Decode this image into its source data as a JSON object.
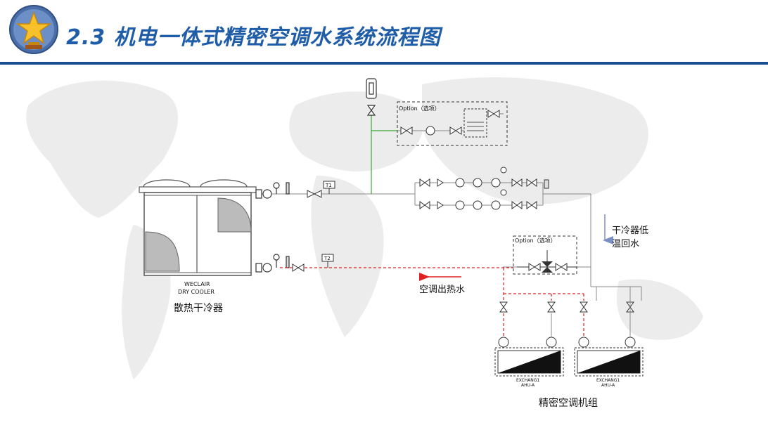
{
  "title": "2.3 机电一体式精密空调水系统流程图",
  "icons": {
    "logo": "trophy-star-icon"
  },
  "diagram": {
    "dry_cooler_brand": "WECLAIR",
    "dry_cooler_model": "DRY COOLER",
    "dry_cooler_caption": "散热干冷器",
    "option_top": "Option（选项）",
    "option_mid": "Option（选项）",
    "t1": "T1",
    "t2": "T2",
    "return_label_1": "干冷器低",
    "return_label_2": "温回水",
    "hot_out_label": "空调出热水",
    "exchanger_label": "EXCHANG1",
    "ahu_label": "AHU-A",
    "ahu_caption": "精密空调机组"
  },
  "colors": {
    "title": "#1f5da8",
    "rule": "#1b4e8f",
    "hot_pipe": "#e02020",
    "return_arrow": "#7b8fc7",
    "fill_pipe": "#3aa63a",
    "pipe": "#888888"
  }
}
